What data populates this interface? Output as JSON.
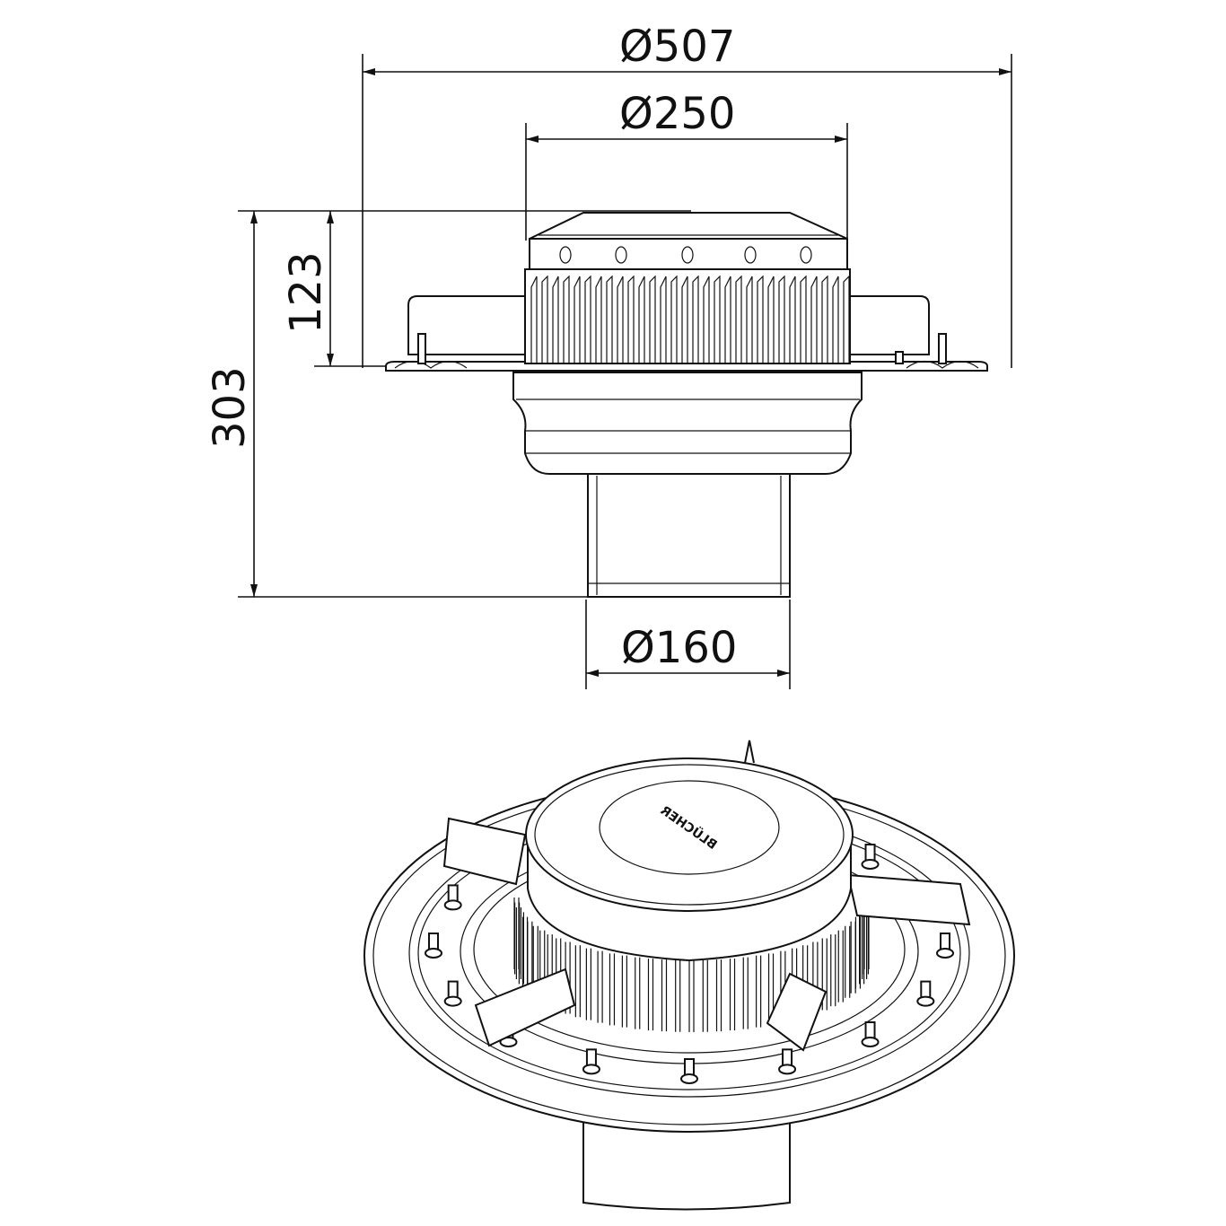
{
  "drawing": {
    "dimensions": {
      "outer_diameter": "507",
      "grate_diameter": "250",
      "pipe_diameter": "160",
      "total_height": "303",
      "upper_height": "123"
    },
    "diameter_symbol": "Ø",
    "logo_text": "BLÜCHER"
  }
}
